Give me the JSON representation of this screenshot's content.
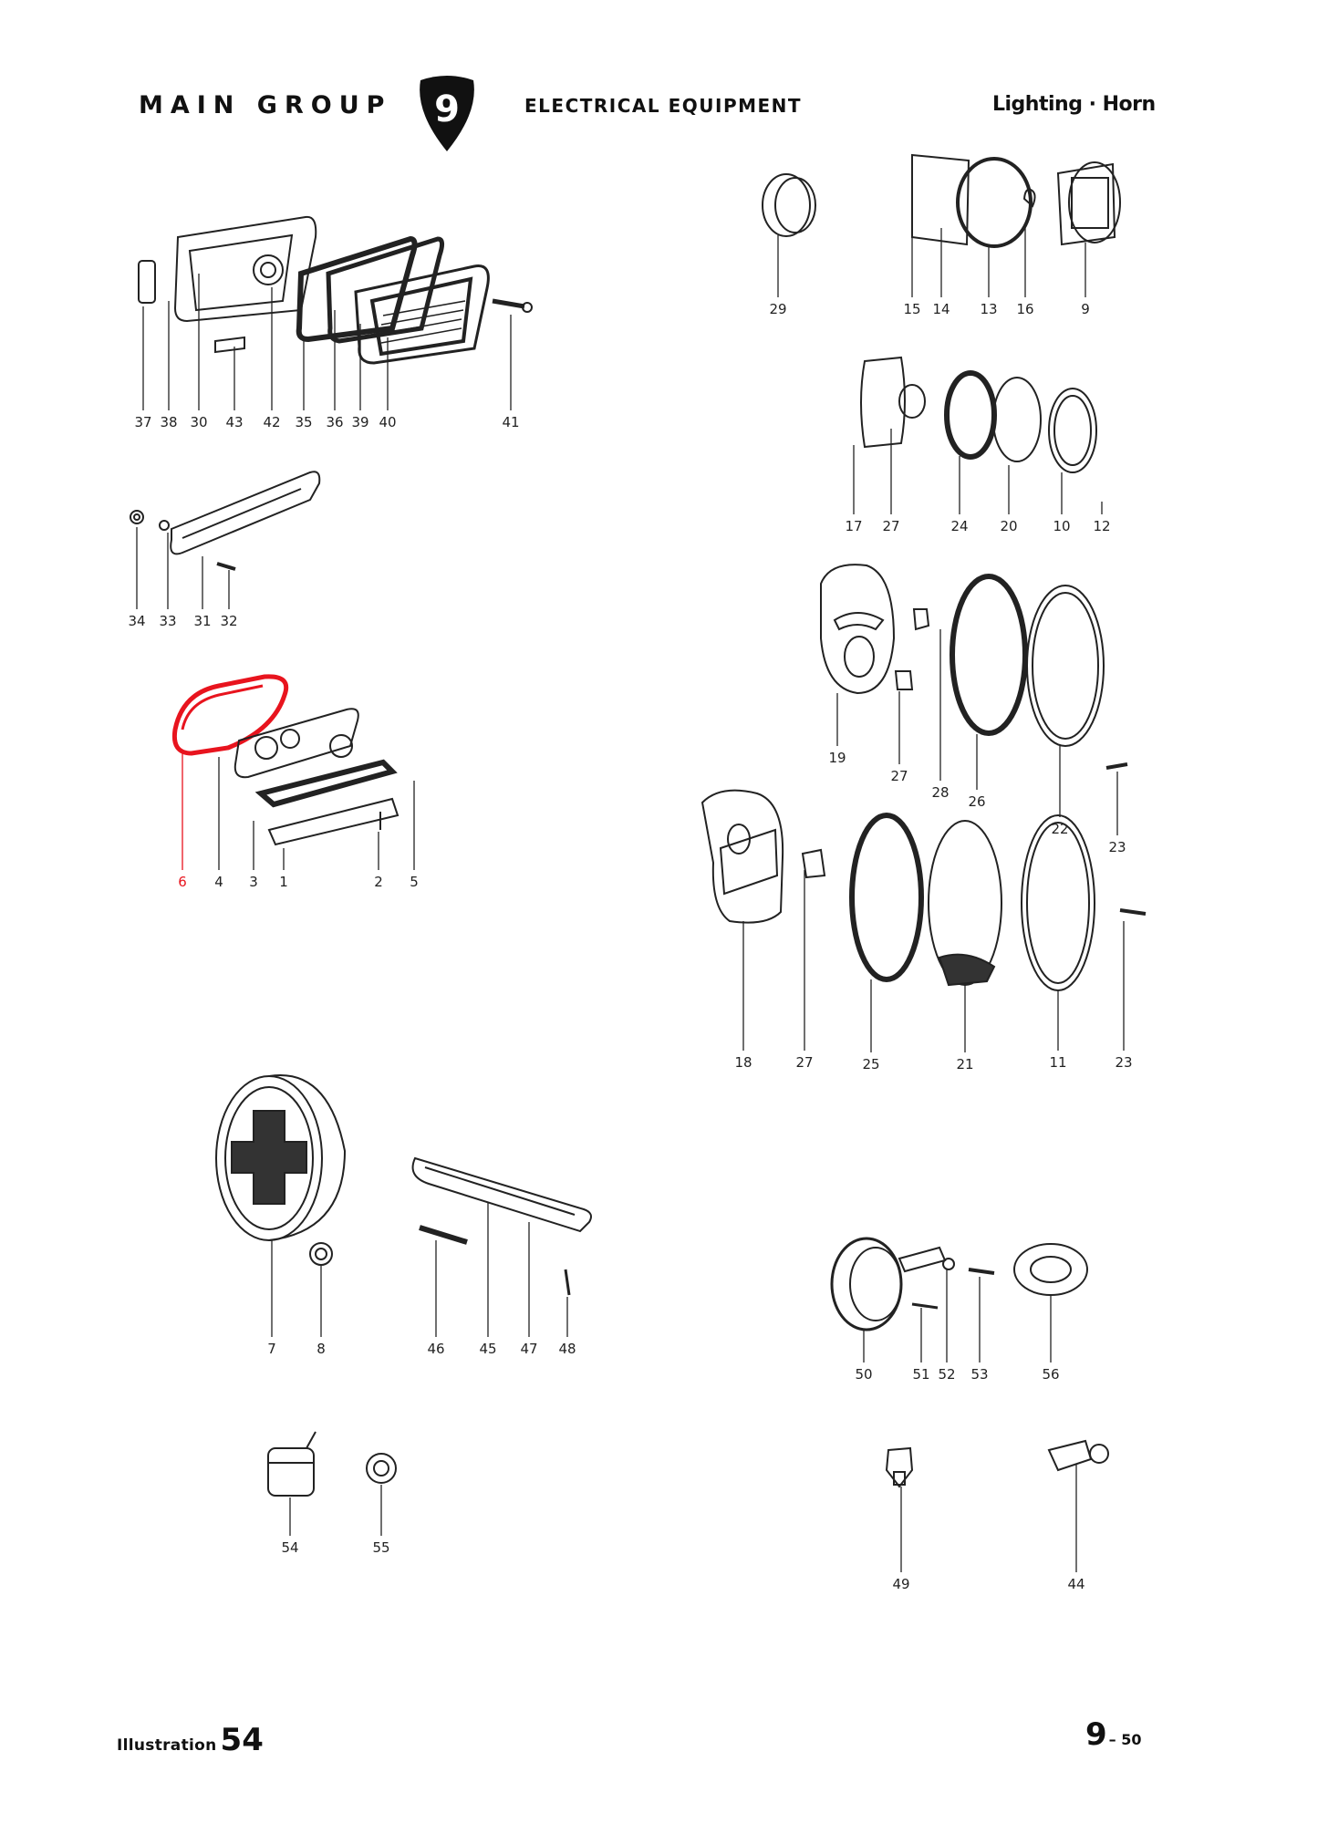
{
  "header": {
    "main_group": "MAIN GROUP",
    "group_number": "9",
    "section": "ELECTRICAL EQUIPMENT",
    "subsection": "Lighting · Horn"
  },
  "footer": {
    "illustration_label": "Illustration",
    "illustration_number": "54",
    "page_number": "9",
    "page_sub": "– 50"
  },
  "highlight_color": "#e8141e",
  "part_numbers": [
    "37",
    "38",
    "30",
    "43",
    "42",
    "35",
    "36",
    "39",
    "40",
    "41",
    "34",
    "33",
    "31",
    "32",
    "6",
    "4",
    "3",
    "1",
    "2",
    "5",
    "7",
    "8",
    "46",
    "45",
    "47",
    "48",
    "54",
    "55",
    "29",
    "15",
    "14",
    "13",
    "16",
    "9",
    "17",
    "27",
    "24",
    "20",
    "10",
    "12",
    "19",
    "27",
    "28",
    "26",
    "22",
    "23",
    "18",
    "27",
    "25",
    "21",
    "11",
    "23",
    "50",
    "51",
    "52",
    "53",
    "56",
    "49",
    "44"
  ],
  "highlighted_part": "6"
}
